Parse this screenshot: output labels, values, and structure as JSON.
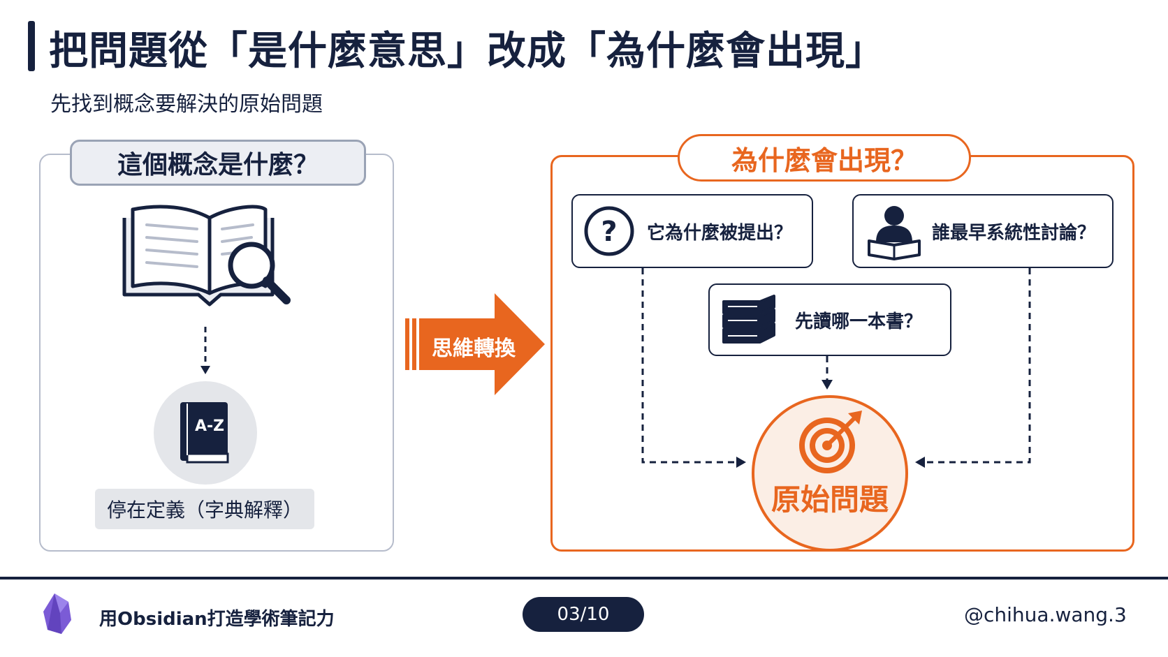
{
  "header": {
    "title": "把問題從「是什麼意思」改成「為什麼會出現」",
    "subtitle": "先找到概念要解決的原始問題"
  },
  "left_panel": {
    "heading": "這個概念是什麼？",
    "book_icon": "open-book-magnifier-icon",
    "dictionary_icon_text": "A-Z",
    "definition_label": "停在定義（字典解釋）"
  },
  "transition": {
    "label": "思維轉換"
  },
  "right_panel": {
    "heading": "為什麼會出現？",
    "questions": [
      {
        "icon": "question-circle-icon",
        "text": "它為什麼被提出？"
      },
      {
        "icon": "person-reading-icon",
        "text": "誰最早系統性討論？"
      },
      {
        "icon": "book-stack-icon",
        "text": "先讀哪一本書？"
      }
    ],
    "goal": {
      "icon": "target-icon",
      "label": "原始問題"
    }
  },
  "footer": {
    "logo_icon": "obsidian-logo-icon",
    "series_title": "用Obsidian打造學術筆記力",
    "page": "03/10",
    "handle": "@chihua.wang.3"
  },
  "colors": {
    "navy": "#16213e",
    "orange": "#e8661f",
    "gray_border": "#b6bccb",
    "light_gray": "#e4e6ea",
    "obsidian_purple": "#7b5bd6"
  }
}
